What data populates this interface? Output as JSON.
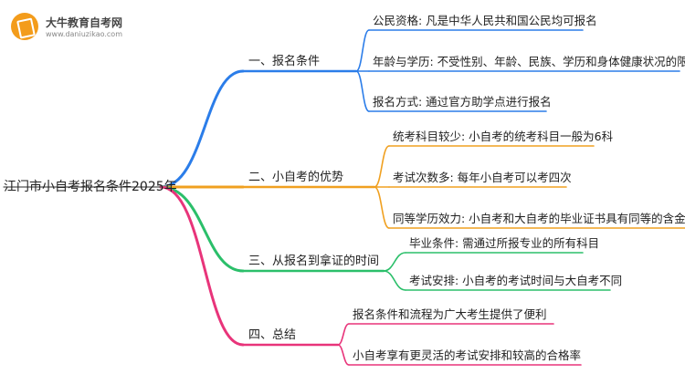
{
  "logo": {
    "name": "大牛教育自考网",
    "url": "www.daniuzikao.com"
  },
  "root": "江门市小自考报名条件2025年",
  "colors": {
    "blue": "#2b7de9",
    "orange": "#f0a020",
    "green": "#2bbf6a",
    "pink": "#e8347a"
  },
  "branches": [
    {
      "label": "一、报名条件",
      "color": "#2b7de9",
      "children": [
        "公民资格: 凡是中华人民共和国公民均可报名",
        "年龄与学历: 不受性别、年龄、民族、学历和身体健康状况的限制",
        "报名方式: 通过官方助学点进行报名"
      ]
    },
    {
      "label": "二、小自考的优势",
      "color": "#f0a020",
      "children": [
        "统考科目较少: 小自考的统考科目一般为6科",
        "考试次数多: 每年小自考可以考四次",
        "同等学历效力: 小自考和大自考的毕业证书具有同等的含金量"
      ]
    },
    {
      "label": "三、从报名到拿证的时间",
      "color": "#2bbf6a",
      "children": [
        "毕业条件: 需通过所报专业的所有科目",
        "考试安排: 小自考的考试时间与大自考不同"
      ]
    },
    {
      "label": "四、总结",
      "color": "#e8347a",
      "children": [
        "报名条件和流程为广大考生提供了便利",
        "小自考享有更灵活的考试安排和较高的合格率"
      ]
    }
  ]
}
